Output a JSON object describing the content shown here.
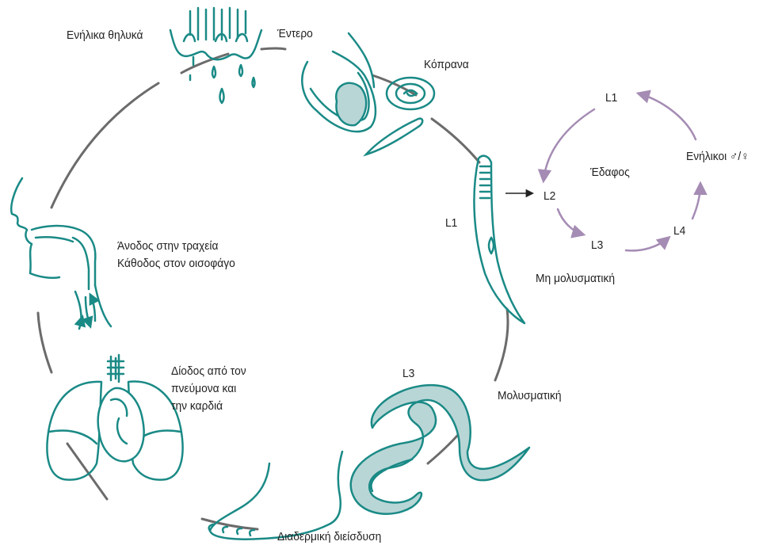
{
  "colors": {
    "teal": "#1a8a86",
    "teal_fill": "#b9d6d6",
    "cycle_line": "#6b6b6b",
    "soil_arrow": "#a58cb4",
    "text": "#222222"
  },
  "labels": {
    "adult_females": "Ενήλικα θηλυκά",
    "intestine": "Έντερο",
    "feces": "Κόπρανα",
    "l1": "L1",
    "non_infective": "Μη μολυσματική",
    "l3": "L3",
    "infective": "Μολυσματική",
    "skin_penetration": "Διαδερμική διείσδυση",
    "lung_heart": "Δίοδος από τον\nπνεύμονα και\nτην καρδιά",
    "trachea_esophagus": "Άνοδος στην τραχεία\nΚάθοδος στον οισοφάγο"
  },
  "soil_cycle": {
    "title": "Έδαφος",
    "stages": [
      "L1",
      "L2",
      "L3",
      "L4"
    ],
    "adults": "Ενήλικοι ♂/♀"
  },
  "icons": [
    "intestinal-villi-icon",
    "gut-wall-icon",
    "egg-icon",
    "rhabditiform-larva-icon",
    "filariform-larva-icon",
    "foot-icon",
    "lungs-heart-icon",
    "head-throat-icon"
  ]
}
